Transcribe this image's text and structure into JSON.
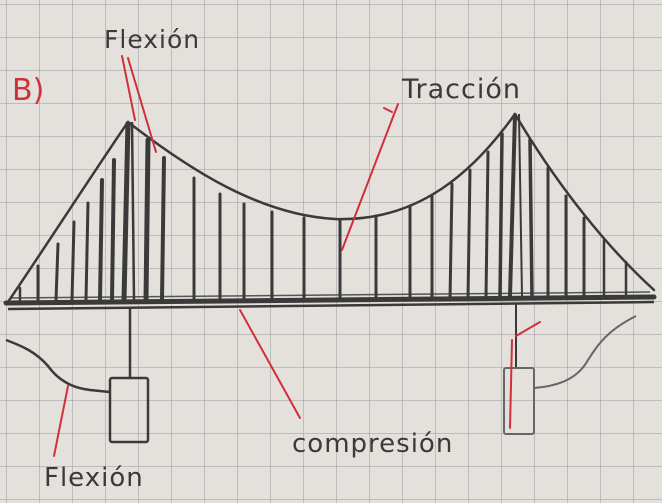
{
  "section_label": "B)",
  "labels": {
    "flexion_top": "Flexión",
    "traccion": "Tracción",
    "compresion": "compresión",
    "flexion_bottom": "Flexión"
  },
  "colors": {
    "paper": "#e4e1dc",
    "grid": "#8a8a9a",
    "pencil": "#3a3a3a",
    "red_pen": "#d0303a"
  }
}
